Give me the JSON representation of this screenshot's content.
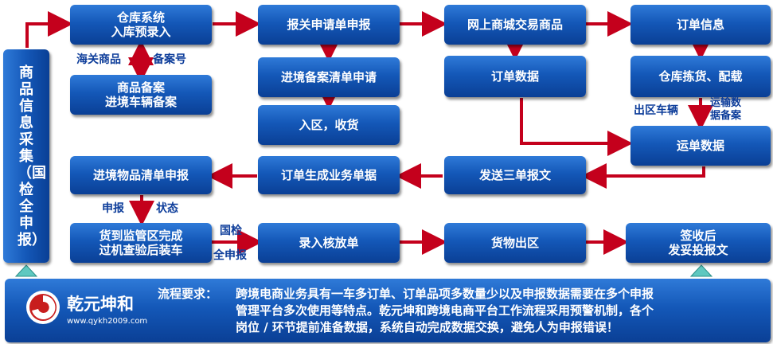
{
  "side_label": "商品信息采集（国检全申报）",
  "boxes": {
    "warehouse_entry": [
      "仓库系统",
      "入库预录入"
    ],
    "goods_record": [
      "商品备案",
      "进境车辆备案"
    ],
    "customs_declare": "报关申请单申报",
    "entry_record_list": "进境备案清单申请",
    "enter_receive": "入区，收货",
    "mall_trade": "网上商城交易商品",
    "order_data": "订单数据",
    "order_info": "订单信息",
    "pick_pack": "仓库拣货、配载",
    "waybill_data": "运单数据",
    "entry_goods_list": "进境物品清单申报",
    "order_business": "订单生成业务单据",
    "send_three": "发送三单报文",
    "goods_supervision": [
      "货到监管区完成",
      "过机查验后装车"
    ],
    "record_release": "录入核放单",
    "goods_out": "货物出区",
    "sign_report": [
      "签收后",
      "发妥投报文"
    ]
  },
  "labels": {
    "customs_goods": "海关商品",
    "record_no": "备案号",
    "out_vehicle": "出区车辆",
    "transport_data": [
      "运输数",
      "据备案"
    ],
    "declare": "申报",
    "status": "状态",
    "ciq": "国检",
    "full_declare": "全申报"
  },
  "footer": {
    "brand": "乾元坤和",
    "url": "www.qykh2009.com",
    "req_title": "流程要求：",
    "req_lines": [
      "跨境电商业务具有一车多订单、订单品项多数量少以及申报数据需要在多个申报",
      "管理平台多次使用等特点。乾元坤和跨境电商平台工作流程采用预警机制，各个",
      "岗位 / 环节提前准备数据，系统自动完成数据交换，避免人为申报错误！"
    ]
  },
  "colors": {
    "box": "#1458b8",
    "arrow": "#c4001c",
    "label": "#0d3d9a",
    "triangle": "#5fc8c0"
  }
}
